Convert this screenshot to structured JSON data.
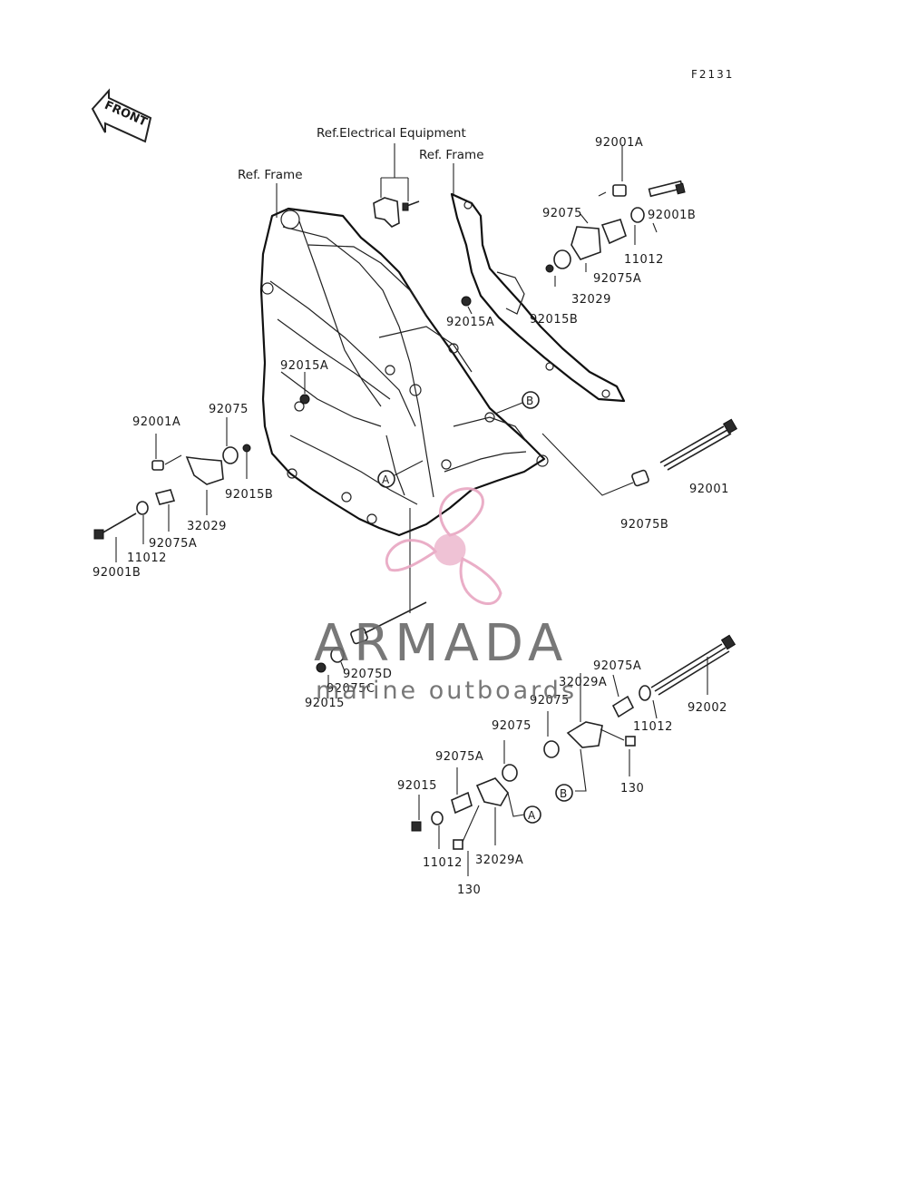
{
  "diagram_code": "F2131",
  "front_label": "FRONT",
  "refs": {
    "electrical": "Ref.Electrical Equipment",
    "frame_left": "Ref. Frame",
    "frame_right": "Ref. Frame"
  },
  "callouts": {
    "a": "A",
    "b": "B"
  },
  "labels": {
    "p92001A_top": "92001A",
    "p92075_top": "92075",
    "p92001B_top": "92001B",
    "p11012_top": "11012",
    "p92075A_top": "92075A",
    "p32029_top": "32029",
    "p92015B_top": "92015B",
    "p92015A_mid": "92015A",
    "p92015A_left": "92015A",
    "p92001A_left": "92001A",
    "p92075_left": "92075",
    "p92015B_left": "92015B",
    "p32029_left": "32029",
    "p92075A_left": "92075A",
    "p11012_left": "11012",
    "p92001B_left": "92001B",
    "p92001": "92001",
    "p92075B": "92075B",
    "p92075D": "92075D",
    "p92075C": "92075C",
    "p92015_mid": "92015",
    "p92075A_r": "92075A",
    "p32029A_r": "32029A",
    "p92075_r": "92075",
    "p11012_r": "11012",
    "p92002": "92002",
    "p130_r": "130",
    "p92075_b": "92075",
    "p92075A_b": "92075A",
    "p92015_b": "92015",
    "p11012_b": "11012",
    "p32029A_b": "32029A",
    "p130_b": "130"
  },
  "watermark": {
    "brand": "ARMADA",
    "tagline": "marine outboards",
    "accent_color": "#e8a6c2",
    "text_color": "#6a6a6a"
  }
}
